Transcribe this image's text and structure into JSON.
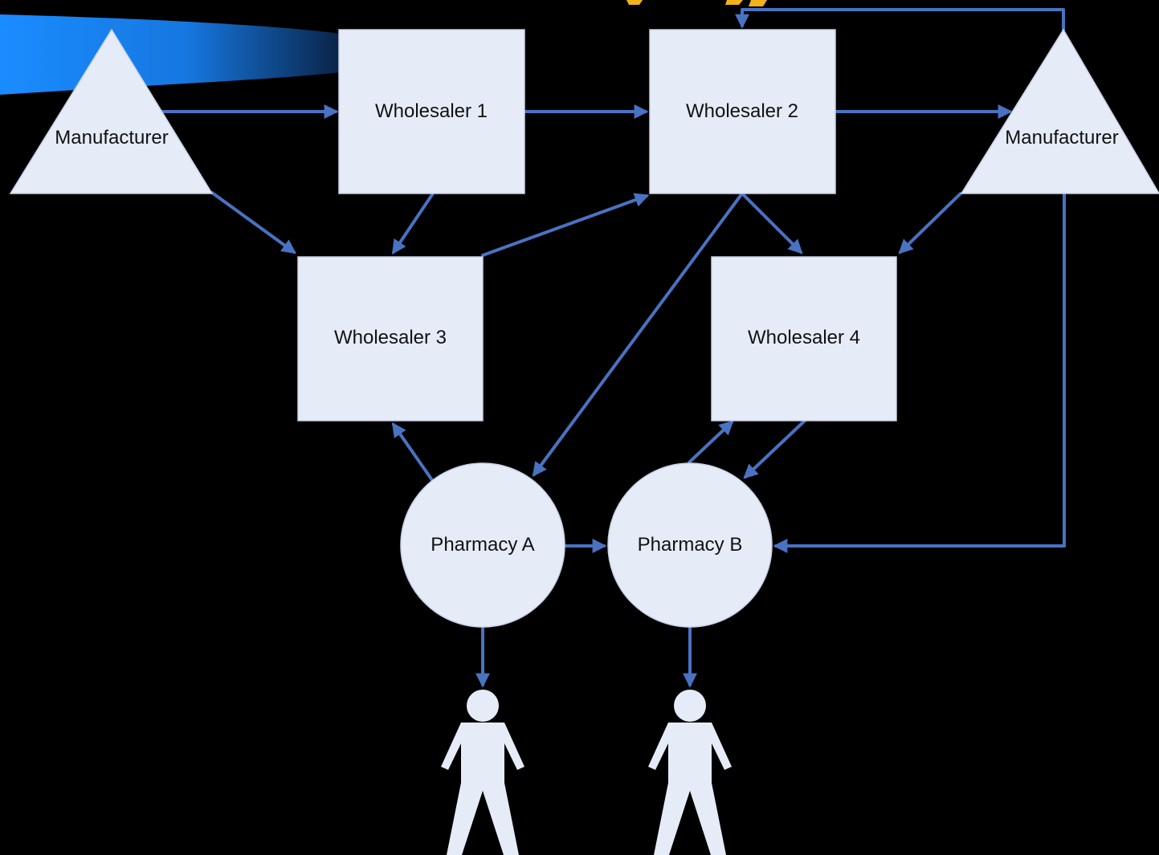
{
  "colors": {
    "background": "#000000",
    "node_fill": "#e6ecf7",
    "node_stroke": "#c8d2e6",
    "edge": "#4a72c2",
    "title_banner": "#1a8cff",
    "label_text": "#111111"
  },
  "nodes": {
    "manufacturer_left": {
      "label": "Manufacturer",
      "shape": "triangle"
    },
    "manufacturer_right": {
      "label": "Manufacturer",
      "shape": "triangle"
    },
    "wholesaler_1": {
      "label": "Wholesaler 1",
      "shape": "square"
    },
    "wholesaler_2": {
      "label": "Wholesaler 2",
      "shape": "square"
    },
    "wholesaler_3": {
      "label": "Wholesaler 3",
      "shape": "square"
    },
    "wholesaler_4": {
      "label": "Wholesaler 4",
      "shape": "square"
    },
    "pharmacy_a": {
      "label": "Pharmacy A",
      "shape": "circle"
    },
    "pharmacy_b": {
      "label": "Pharmacy B",
      "shape": "circle"
    },
    "patient_a": {
      "icon": "person-icon"
    },
    "patient_b": {
      "icon": "person-icon"
    }
  },
  "edges": [
    {
      "from": "manufacturer_left",
      "to": "wholesaler_1"
    },
    {
      "from": "manufacturer_left",
      "to": "wholesaler_3"
    },
    {
      "from": "wholesaler_1",
      "to": "wholesaler_2"
    },
    {
      "from": "wholesaler_1",
      "to": "wholesaler_3"
    },
    {
      "from": "wholesaler_3",
      "to": "wholesaler_2"
    },
    {
      "from": "wholesaler_2",
      "to": "manufacturer_right"
    },
    {
      "from": "manufacturer_right",
      "to": "wholesaler_2"
    },
    {
      "from": "wholesaler_2",
      "to": "wholesaler_4"
    },
    {
      "from": "wholesaler_2",
      "to": "pharmacy_a"
    },
    {
      "from": "manufacturer_right",
      "to": "wholesaler_4"
    },
    {
      "from": "manufacturer_right",
      "to": "pharmacy_b"
    },
    {
      "from": "pharmacy_a",
      "to": "wholesaler_3"
    },
    {
      "from": "pharmacy_b",
      "to": "wholesaler_4"
    },
    {
      "from": "wholesaler_4",
      "to": "pharmacy_b"
    },
    {
      "from": "pharmacy_a",
      "to": "pharmacy_b"
    },
    {
      "from": "pharmacy_a",
      "to": "patient_a"
    },
    {
      "from": "pharmacy_b",
      "to": "patient_b"
    }
  ]
}
